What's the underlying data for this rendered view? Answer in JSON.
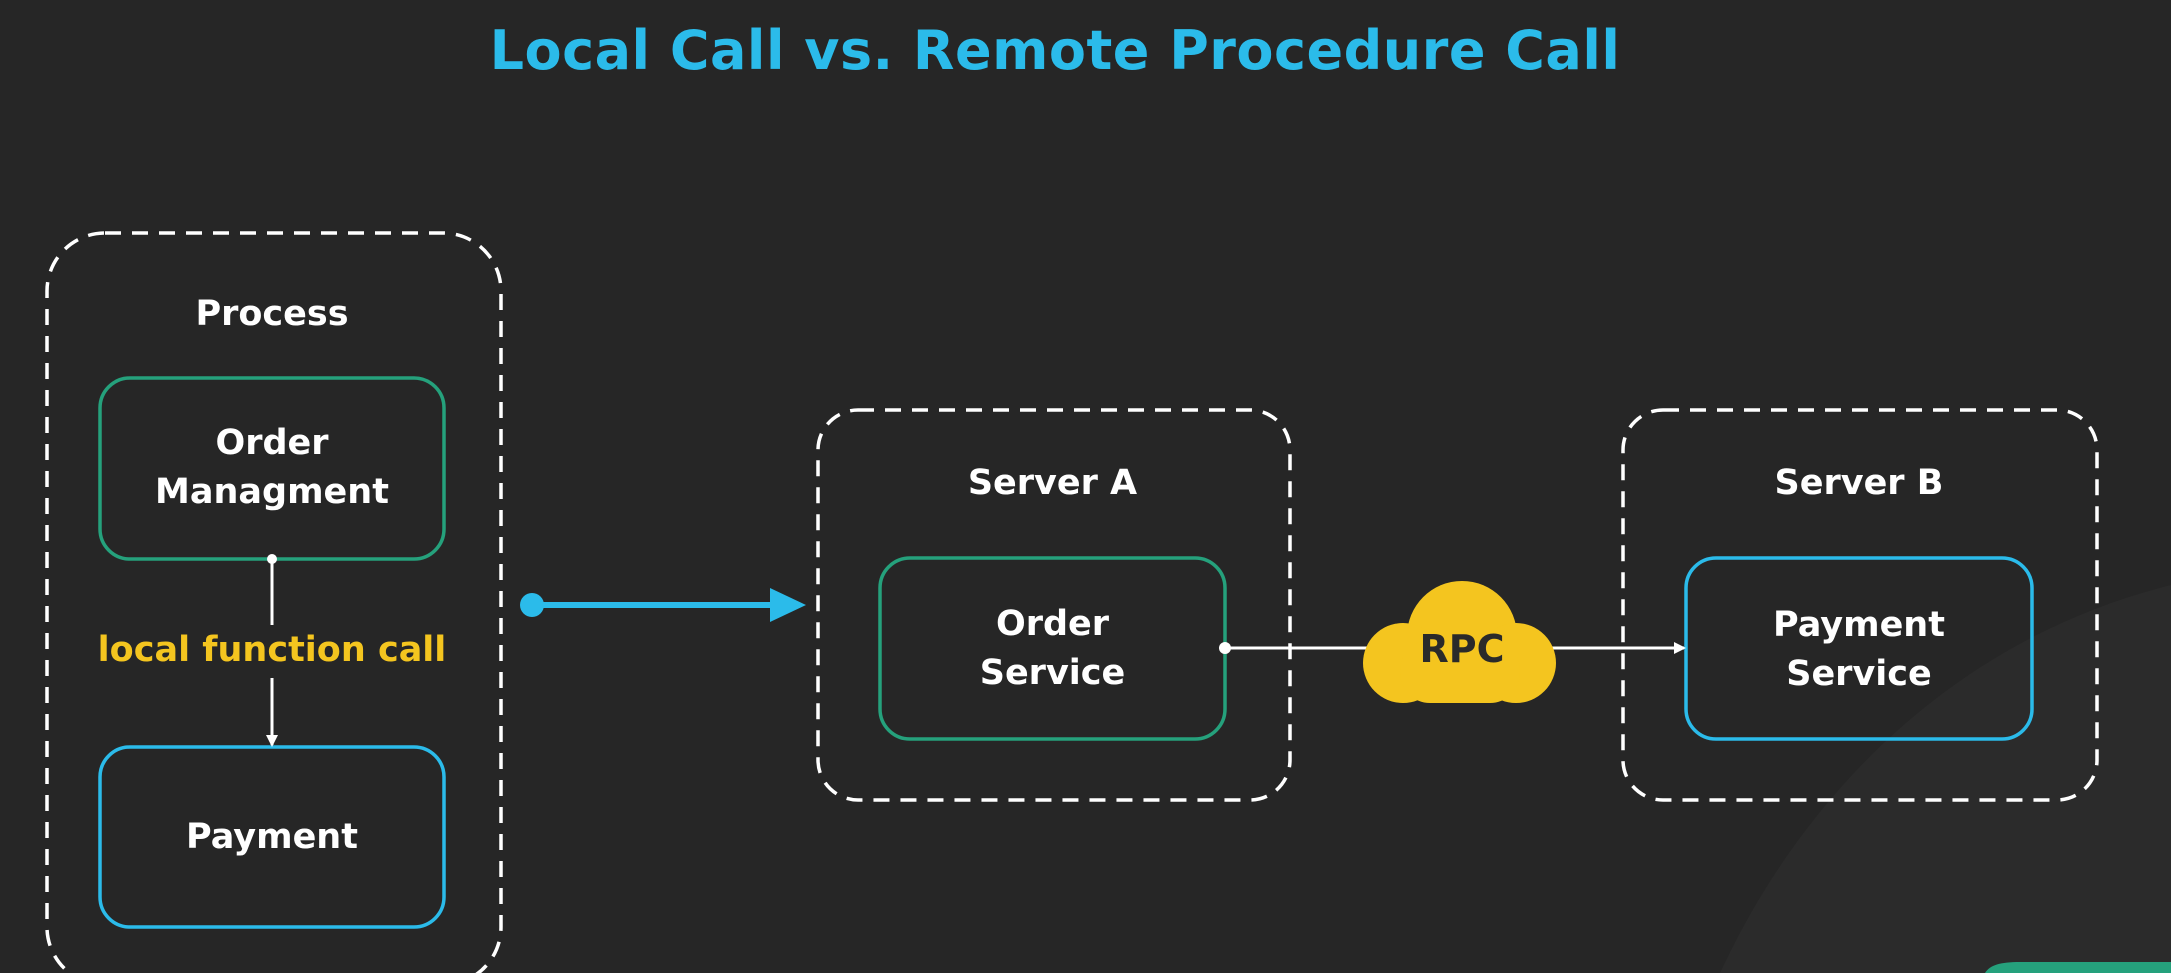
{
  "title": "Local Call vs. Remote Procedure Call",
  "colors": {
    "background": "#262626",
    "accent_blue": "#2bbbea",
    "accent_green": "#25a17c",
    "accent_yellow": "#f4c51f",
    "dashed_border": "#ffffff",
    "text": "#ffffff"
  },
  "local": {
    "process_label": "Process",
    "order_line1": "Order",
    "order_line2": "Managment",
    "call_label": "local function call",
    "payment_label": "Payment"
  },
  "remote": {
    "server_a_label": "Server A",
    "order_line1": "Order",
    "order_line2": "Service",
    "rpc_label": "RPC",
    "server_b_label": "Server B",
    "payment_line1": "Payment",
    "payment_line2": "Service"
  },
  "icons": {
    "transition_arrow": "arrow-right-icon",
    "rpc_cloud": "cloud-icon"
  }
}
